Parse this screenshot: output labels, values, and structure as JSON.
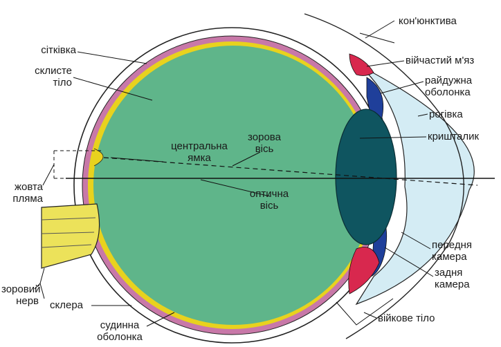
{
  "labels": {
    "retina": "сітківка",
    "vitreous_line1": "склисте",
    "vitreous_line2": "тіло",
    "fovea_line1": "центральна",
    "fovea_line2": "ямка",
    "visual_axis_line1": "зорова",
    "visual_axis_line2": "вісь",
    "optical_axis_line1": "оптична",
    "optical_axis_line2": "вісь",
    "macula_line1": "жовта",
    "macula_line2": "пляма",
    "optic_nerve_line1": "зоровий",
    "optic_nerve_line2": "нерв",
    "sclera": "склера",
    "choroid_line1": "судинна",
    "choroid_line2": "оболонка",
    "conjunctiva": "кон'юнктива",
    "ciliary_muscle": "війчастий м'яз",
    "iris_line1": "райдужна",
    "iris_line2": "оболонка",
    "cornea": "рогівка",
    "lens": "кришталик",
    "anterior_chamber_line1": "передня",
    "anterior_chamber_line2": "камера",
    "posterior_chamber_line1": "задня",
    "posterior_chamber_line2": "камера",
    "ciliary_body": "війкове тіло"
  },
  "colors": {
    "vitreous": "#5fb58a",
    "lens": "#0f5560",
    "cornea": "#d4ecf4",
    "iris": "#1f3f9a",
    "ciliary": "#d8284e",
    "retina": "#e8d21e",
    "choroid": "#c878a8",
    "sclera": "#ffffff",
    "nerve": "#ece25a",
    "line": "#222222"
  }
}
